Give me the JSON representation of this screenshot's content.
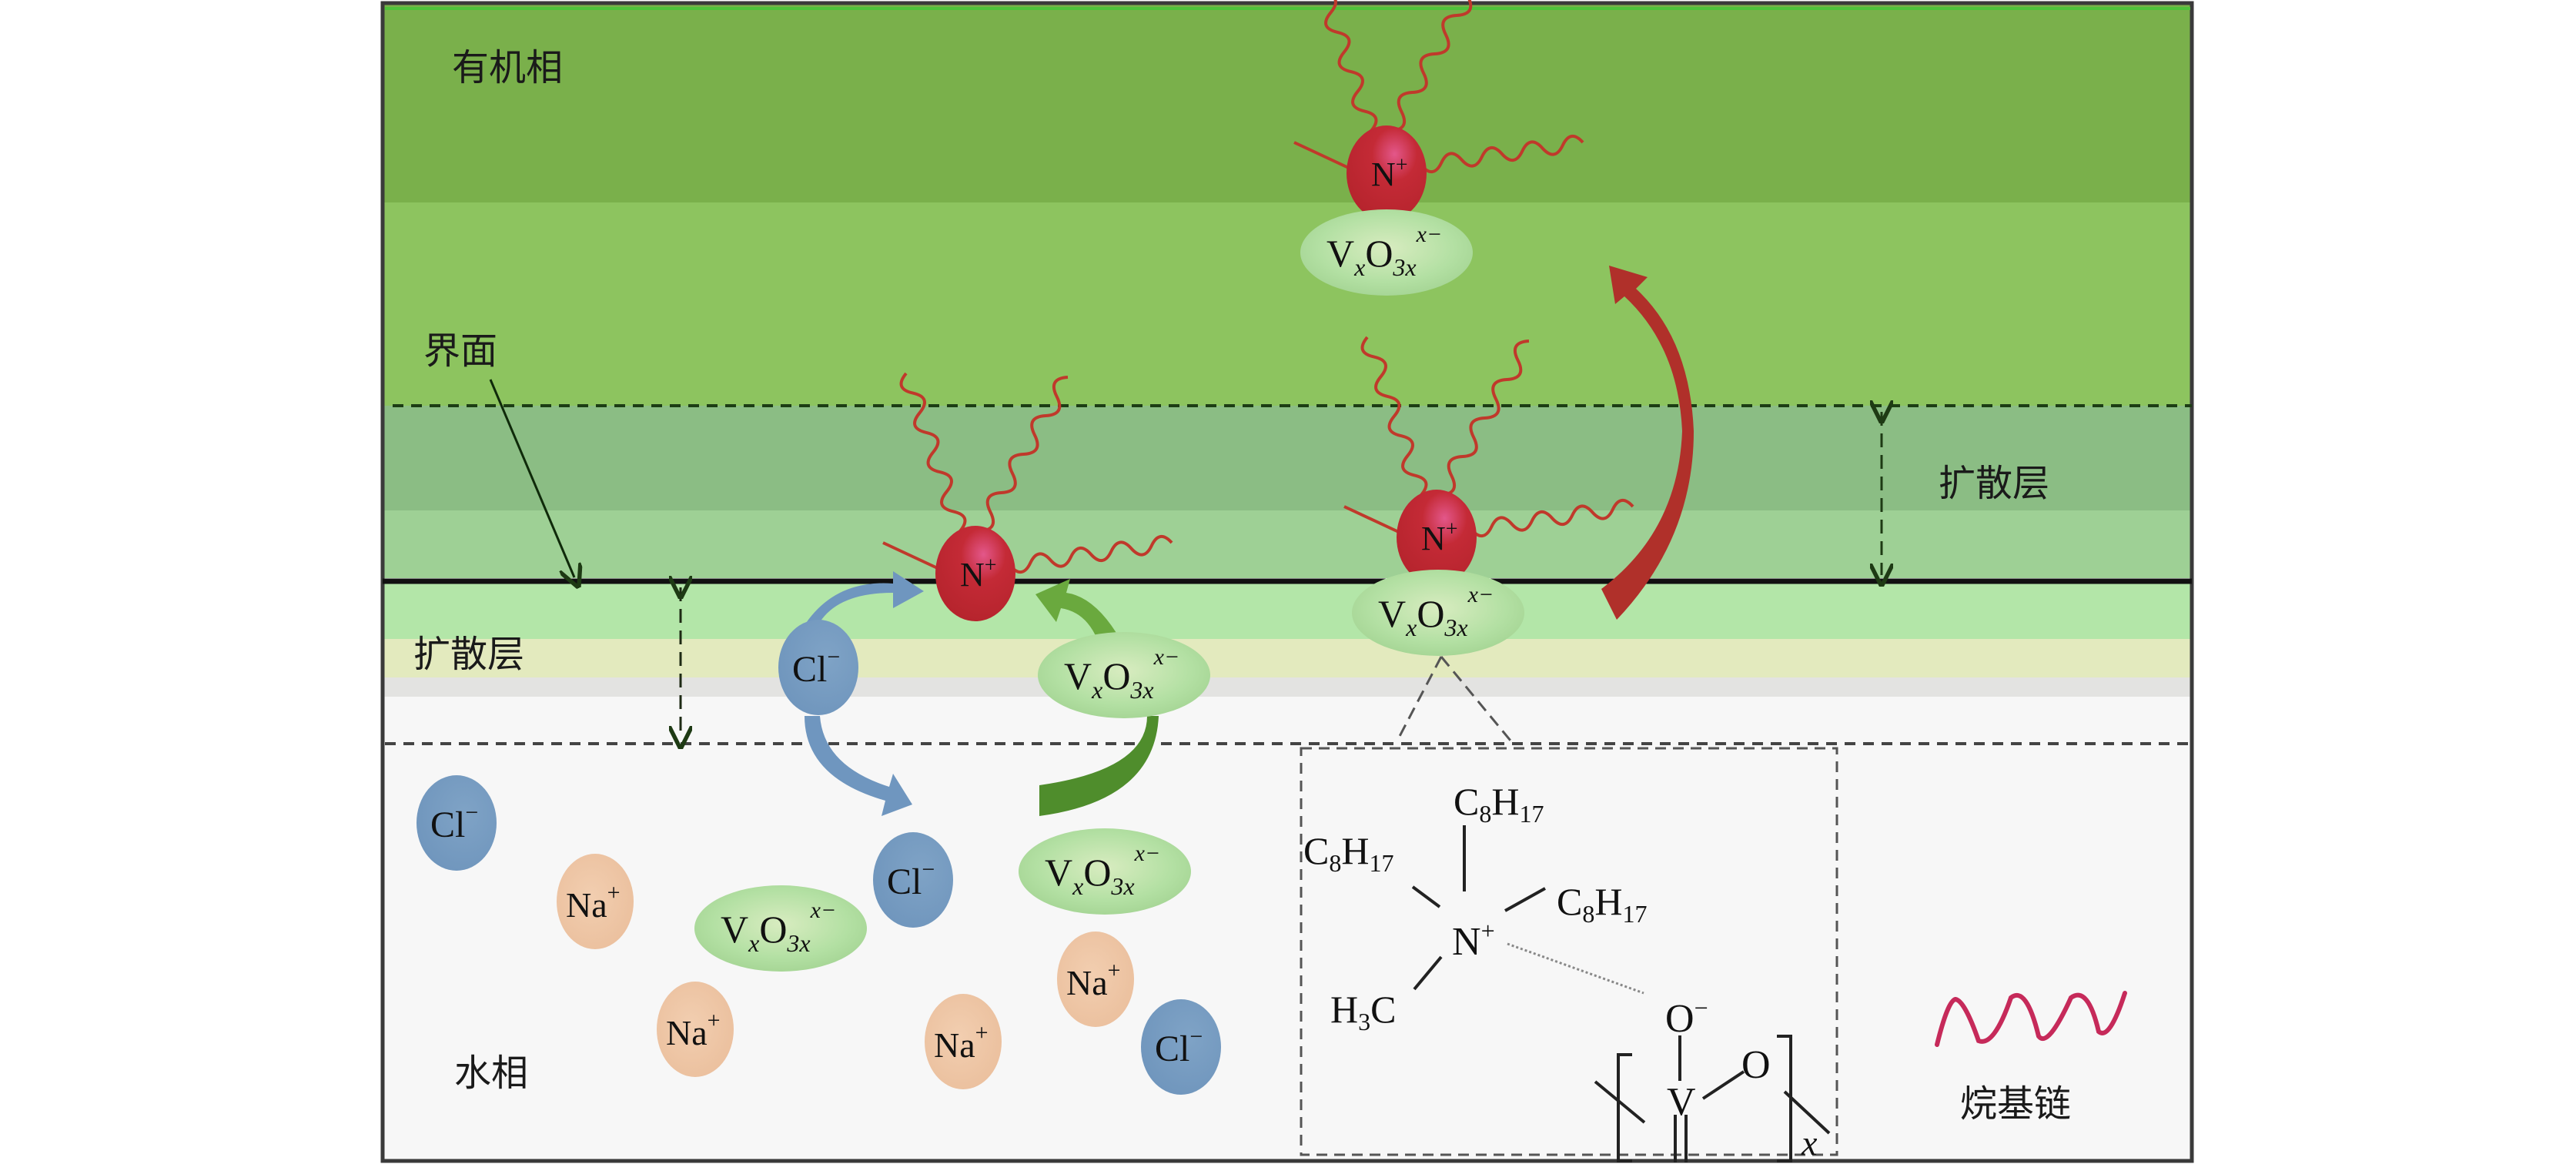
{
  "figure": {
    "regions": {
      "organic_phase": "有机相",
      "interface": "界面",
      "diffusion_layer_organic": "扩散层",
      "diffusion_layer_aqueous": "扩散层",
      "aqueous_phase": "水相"
    },
    "legend": {
      "alkyl_chain": "烷基链"
    },
    "ions": {
      "quaternary_ammonium": {
        "symbol": "N",
        "charge": "+"
      },
      "chloride": {
        "symbol": "Cl",
        "charge": "−"
      },
      "sodium": {
        "symbol": "Na",
        "charge": "+"
      },
      "vanadate": {
        "v": "V",
        "v_sub": "x",
        "o": "O",
        "o_sub": "3x",
        "charge": "x−"
      }
    },
    "structure": {
      "substituents": [
        "C8H17",
        "C8H17",
        "C8H17",
        "H3C"
      ],
      "c8h17": {
        "c": "C",
        "c_sub": "8",
        "h": "H",
        "h_sub": "17"
      },
      "h3c": {
        "h": "H",
        "h_sub": "3",
        "c": "C"
      },
      "center": {
        "atom": "N",
        "charge": "+"
      },
      "oxyanion": {
        "atom": "O",
        "charge": "−"
      },
      "repeat_unit": {
        "metal": "V",
        "bridge": "O",
        "repeat_index": "x"
      }
    },
    "colors": {
      "organic_top": "#7ab04b",
      "organic_mid": "#8dc45f",
      "diffusion_org_a": "#8bbd84",
      "diffusion_org_b": "#9ed095",
      "diffusion_aq_a": "#b3e6a8",
      "diffusion_aq_b": "#e3eabe",
      "diffusion_aq_c": "#e3e3e1",
      "aqueous": "#f7f7f7",
      "ammonium": "#c0282f",
      "chloride": "#7a9ec0",
      "sodium": "#eec6a4",
      "vanadate": "#b0dea0",
      "alkyl": "#c0392b",
      "arrow_blue": "#6f96bf",
      "arrow_green": "#4f8d2c",
      "arrow_red": "#b0302a"
    }
  }
}
